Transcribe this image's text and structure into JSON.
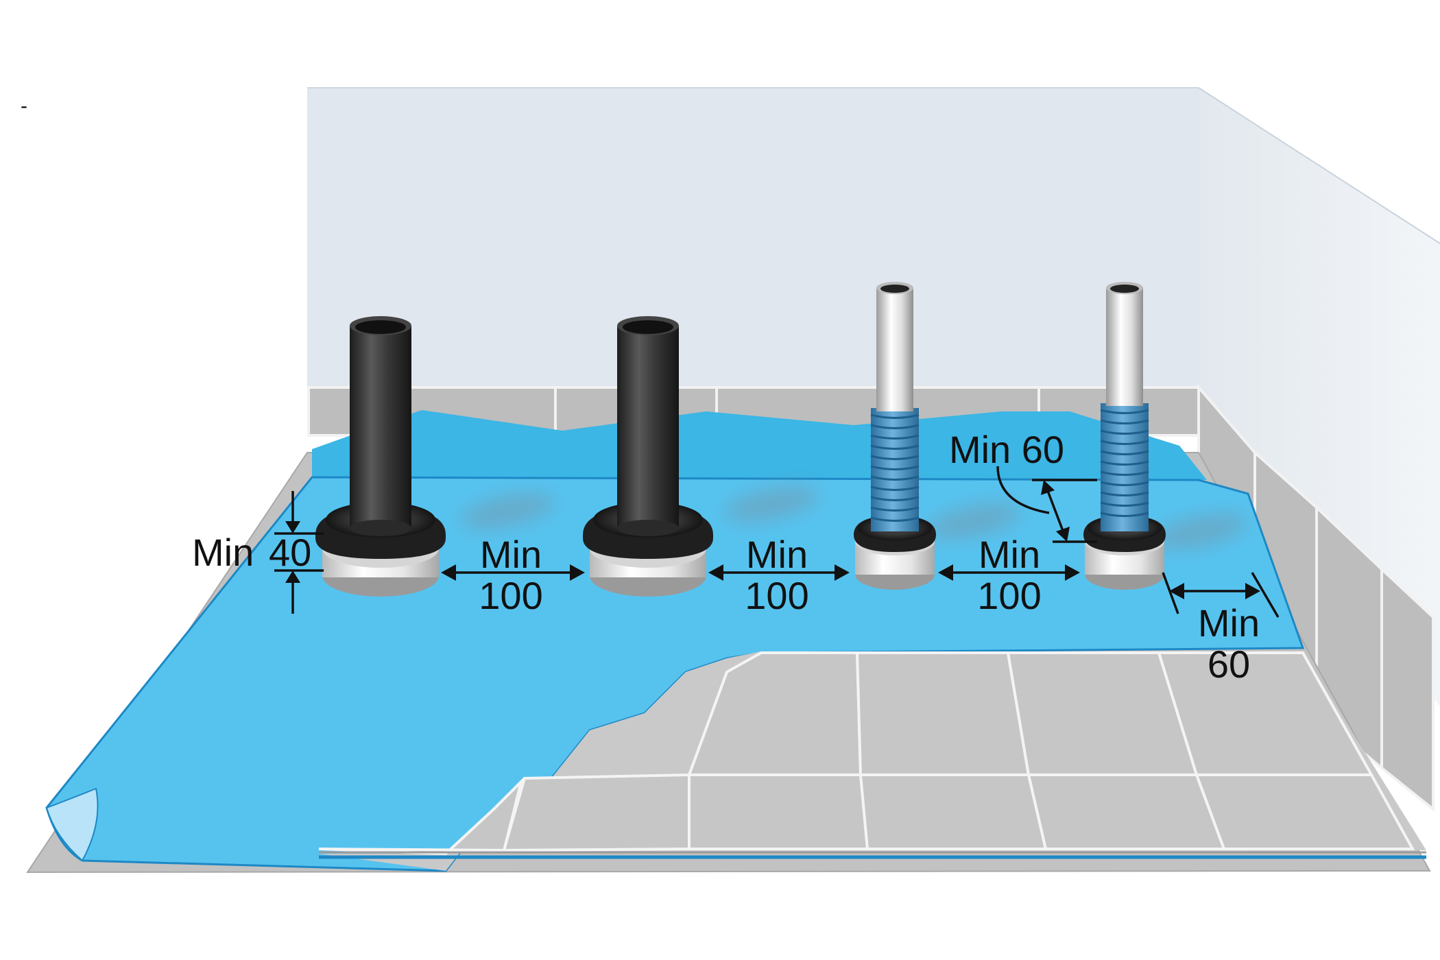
{
  "marker": "-",
  "colors": {
    "wall": "#e0e7ee",
    "tile": "#c6c6c6",
    "membrane": "#56c3ef",
    "membrane_back": "#3bb6e5",
    "black_pipe": "#2b2b2b",
    "grey_pipe": "#d9d9d9",
    "blue_collar": "#3d8fc4"
  },
  "pipes": [
    {
      "name": "black pipe 1",
      "icon": "black-pipe-icon"
    },
    {
      "name": "black pipe 2",
      "icon": "black-pipe-icon"
    },
    {
      "name": "grey pipe with blue corrugated sleeve 1",
      "icon": "sleeved-pipe-icon"
    },
    {
      "name": "grey pipe with blue corrugated sleeve 2",
      "icon": "sleeved-pipe-icon"
    }
  ],
  "dimensions": {
    "collar_height": {
      "line1": "Min",
      "line2": "40"
    },
    "gap_1": {
      "line1": "Min",
      "line2": "100"
    },
    "gap_2": {
      "line1": "Min",
      "line2": "100"
    },
    "gap_3": {
      "line1": "Min",
      "line2": "100"
    },
    "upstand": {
      "line1": "Min 60"
    },
    "edge": {
      "line1": "Min",
      "line2": "60"
    }
  }
}
